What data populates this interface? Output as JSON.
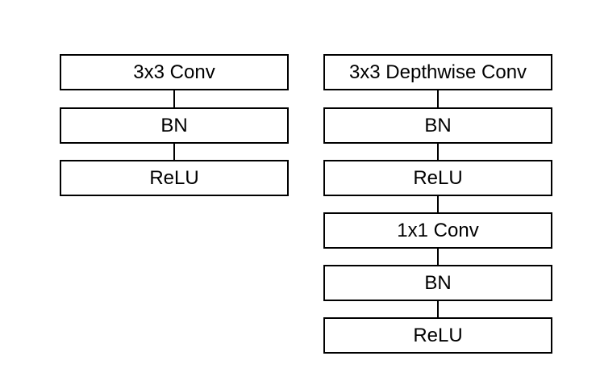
{
  "left_stack": {
    "blocks": [
      "3x3 Conv",
      "BN",
      "ReLU"
    ]
  },
  "right_stack": {
    "blocks": [
      "3x3 Depthwise Conv",
      "BN",
      "ReLU",
      "1x1 Conv",
      "BN",
      "ReLU"
    ]
  },
  "colors": {
    "stroke": "#000000",
    "background": "#ffffff"
  }
}
